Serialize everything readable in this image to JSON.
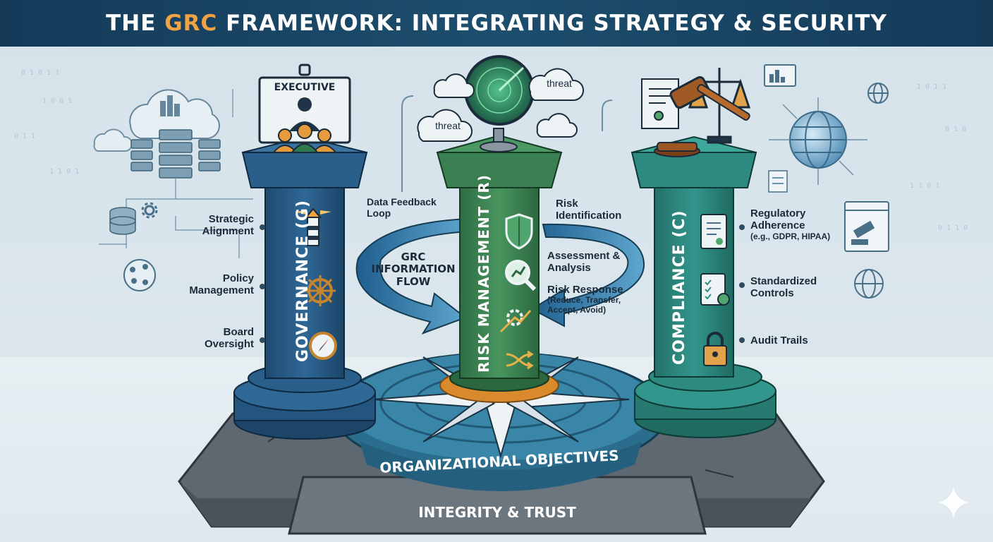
{
  "title": {
    "prefix": "THE ",
    "highlight": "GRC",
    "suffix": " FRAMEWORK: INTEGRATING STRATEGY & SECURITY"
  },
  "colors": {
    "governance": "#2c5f8a",
    "risk": "#3f8a58",
    "compliance": "#2f8d86",
    "accent": "#f2a341",
    "header": "#143a58"
  },
  "executive_sign": "EXECUTIVE",
  "threat_labels": [
    "threat",
    "threat"
  ],
  "pillars": {
    "governance": {
      "name": "GOVERNANCE (G)",
      "items": [
        {
          "label": "Strategic Alignment",
          "icon": "lighthouse-icon"
        },
        {
          "label": "Policy Management",
          "icon": "ship-wheel-icon"
        },
        {
          "label": "Board Oversight",
          "icon": "compass-icon"
        }
      ]
    },
    "risk": {
      "name": "RISK MANAGEMENT (R)",
      "items": [
        {
          "label": "Risk Identification",
          "icon": "shield-icon"
        },
        {
          "label": "Assessment & Analysis",
          "icon": "magnifier-chart-icon"
        },
        {
          "label": "Risk Response",
          "sub": "(Reduce, Transfer, Accept, Avoid)",
          "icon": "gear-arrow-icon"
        },
        {
          "icon": "shuffle-arrows-icon"
        }
      ]
    },
    "compliance": {
      "name": "COMPLIANCE (C)",
      "items": [
        {
          "label": "Regulatory Adherence",
          "sub": "(e.g., GDPR, HIPAA)",
          "icon": "certificate-icon"
        },
        {
          "label": "Standardized Controls",
          "icon": "checklist-icon"
        },
        {
          "label": "Audit Trails",
          "icon": "padlock-icon"
        }
      ]
    }
  },
  "flow": {
    "feedback": "Data Feedback Loop",
    "center": "GRC INFORMATION FLOW"
  },
  "base": {
    "ring": "ORGANIZATIONAL OBJECTIVES",
    "foundation": "INTEGRITY & TRUST"
  }
}
